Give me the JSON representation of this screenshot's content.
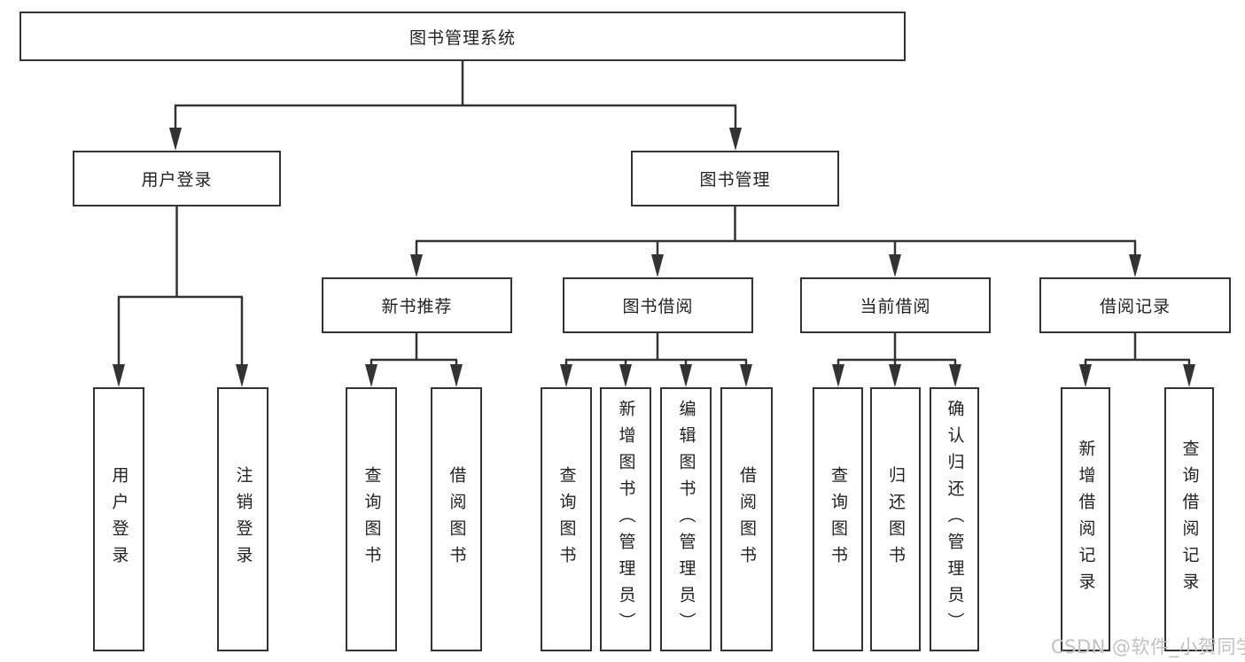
{
  "tree": {
    "label": "图书管理系统",
    "children": [
      {
        "label": "用户登录",
        "children": [
          {
            "label": "用户登录"
          },
          {
            "label": "注销登录"
          }
        ]
      },
      {
        "label": "图书管理",
        "children": [
          {
            "label": "新书推荐",
            "children": [
              {
                "label": "查询图书"
              },
              {
                "label": "借阅图书"
              }
            ]
          },
          {
            "label": "图书借阅",
            "children": [
              {
                "label": "查询图书"
              },
              {
                "label": "新增图书（管理员）"
              },
              {
                "label": "编辑图书（管理员）"
              },
              {
                "label": "借阅图书"
              }
            ]
          },
          {
            "label": "当前借阅",
            "children": [
              {
                "label": "查询图书"
              },
              {
                "label": "归还图书"
              },
              {
                "label": "确认归还（管理员）"
              }
            ]
          },
          {
            "label": "借阅记录",
            "children": [
              {
                "label": "新增借阅记录"
              },
              {
                "label": "查询借阅记录"
              }
            ]
          }
        ]
      }
    ]
  },
  "watermark": {
    "text": "CSDN @软件_小贺同学"
  },
  "colors": {
    "line": "#333333",
    "box_border": "#333333",
    "text": "#222222",
    "watermark": "#c2c2c2",
    "background": "#ffffff"
  }
}
